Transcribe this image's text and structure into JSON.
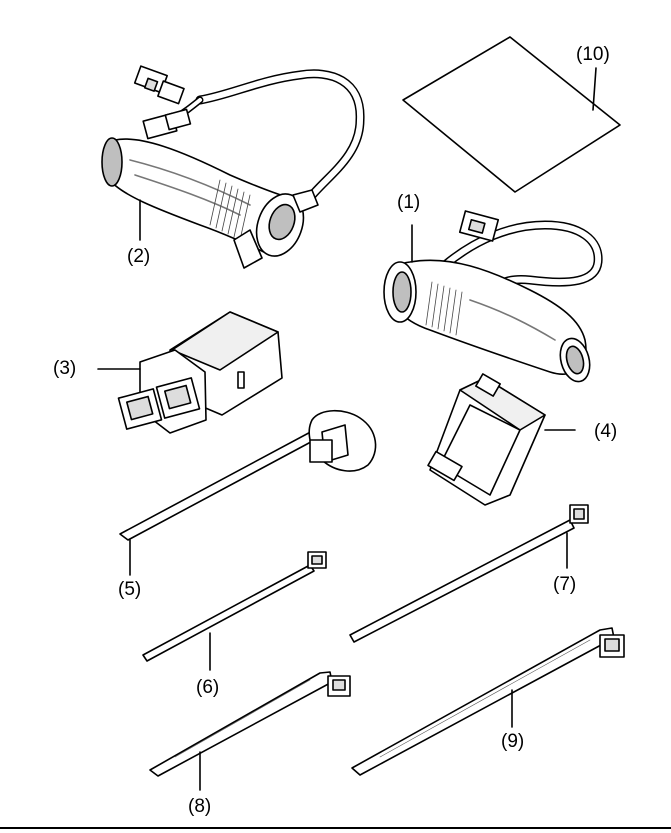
{
  "parts": [
    {
      "id": "1",
      "label": "(1)",
      "icon": "heated-grip-icon"
    },
    {
      "id": "2",
      "label": "(2)",
      "icon": "heated-grip-with-switch-icon"
    },
    {
      "id": "3",
      "label": "(3)",
      "icon": "connector-icon"
    },
    {
      "id": "4",
      "label": "(4)",
      "icon": "connector-cover-icon"
    },
    {
      "id": "5",
      "label": "(5)",
      "icon": "clip-cable-tie-icon"
    },
    {
      "id": "6",
      "label": "(6)",
      "icon": "short-cable-tie-icon"
    },
    {
      "id": "7",
      "label": "(7)",
      "icon": "long-cable-tie-icon"
    },
    {
      "id": "8",
      "label": "(8)",
      "icon": "cable-tie-icon"
    },
    {
      "id": "9",
      "label": "(9)",
      "icon": "cable-tie-icon"
    },
    {
      "id": "10",
      "label": "(10)",
      "icon": "sheet-icon"
    }
  ],
  "colors": {
    "line": "#000000",
    "shade": "#bfbfbf",
    "dark": "#8a8a8a"
  }
}
